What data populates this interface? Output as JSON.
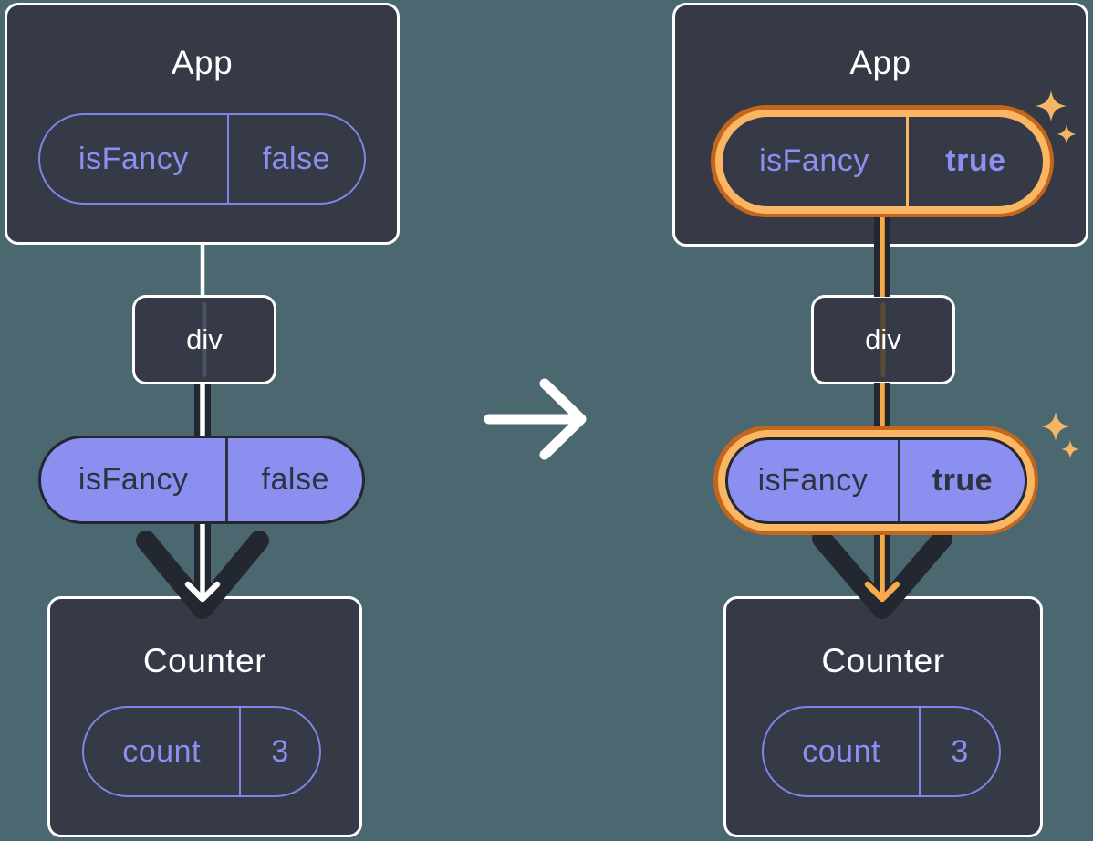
{
  "colors": {
    "background": "#4b6770",
    "node_fill": "#353a46",
    "node_border": "#ffffff",
    "purple_fill": "#8a8ff0",
    "purple_outline": "#7f84ea",
    "ink_dark": "#23272f",
    "text_on_purple": "#2d3340",
    "text_purple": "#8a8ff0",
    "ring_outer_orange": "#c2661b",
    "ring_inner_orange": "#fbb664",
    "flow_orange": "#f8ab4a",
    "sparkle_orange": "#f6b465",
    "tree_line_white": "#ffffff"
  },
  "panels": {
    "before": {
      "app": {
        "title": "App",
        "state": {
          "key": "isFancy",
          "value": "false"
        }
      },
      "div_node": {
        "title": "div"
      },
      "prop": {
        "key": "isFancy",
        "value": "false"
      },
      "counter": {
        "title": "Counter",
        "state": {
          "key": "count",
          "value": "3"
        }
      }
    },
    "after": {
      "app": {
        "title": "App",
        "state": {
          "key": "isFancy",
          "value": "true"
        }
      },
      "div_node": {
        "title": "div"
      },
      "prop": {
        "key": "isFancy",
        "value": "true"
      },
      "counter": {
        "title": "Counter",
        "state": {
          "key": "count",
          "value": "3"
        }
      }
    }
  }
}
